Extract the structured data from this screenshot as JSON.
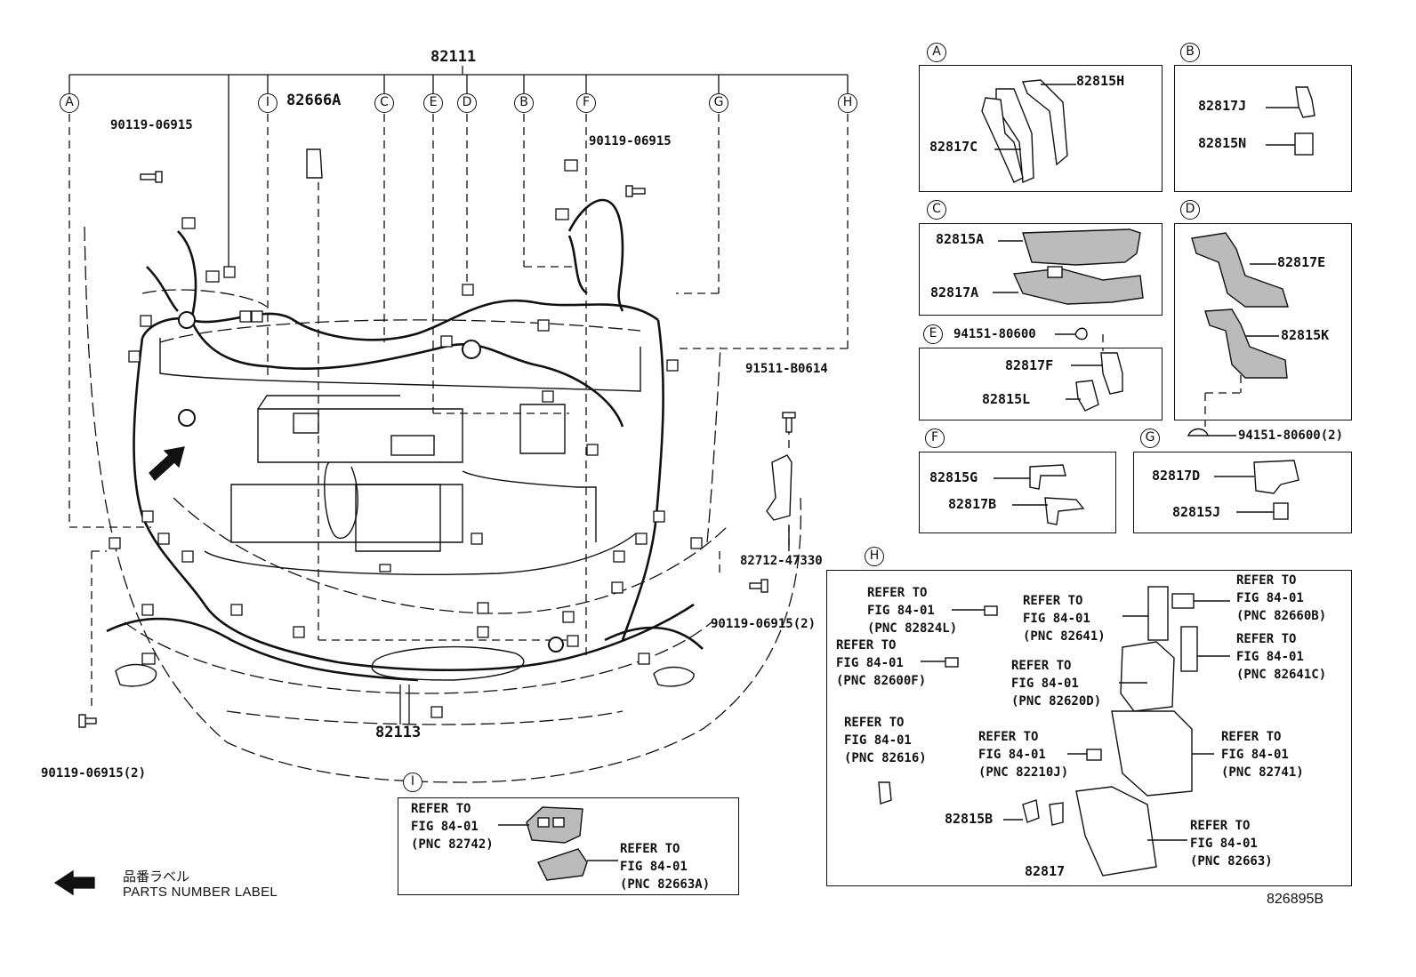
{
  "main": {
    "assembly_top": "82111",
    "assembly_bottom": "82113",
    "part_82666A": "82666A",
    "bolt_left_top": "90119-06915",
    "bolt_center_top": "90119-06915",
    "bolt_left_bottom": "90119-06915(2)",
    "bolt_right_bottom": "90119-06915(2)",
    "bolt_right": "91511-B0614",
    "bracket_right": "82712-47330",
    "callouts": [
      "A",
      "I",
      "C",
      "E",
      "D",
      "B",
      "F",
      "G",
      "H"
    ]
  },
  "panels": {
    "A": {
      "tag": "A",
      "parts": [
        "82815H",
        "82817C"
      ]
    },
    "B": {
      "tag": "B",
      "parts": [
        "82817J",
        "82815N"
      ]
    },
    "C": {
      "tag": "C",
      "parts": [
        "82815A",
        "82817A"
      ]
    },
    "D": {
      "tag": "D",
      "parts": [
        "82817E",
        "82815K"
      ],
      "clip": "94151-80600(2)"
    },
    "E": {
      "tag": "E",
      "clip": "94151-80600",
      "parts": [
        "82817F",
        "82815L"
      ]
    },
    "F": {
      "tag": "F",
      "parts": [
        "82815G",
        "82817B"
      ]
    },
    "G": {
      "tag": "G",
      "parts": [
        "82817D",
        "82815J"
      ]
    },
    "H": {
      "tag": "H",
      "refs": [
        {
          "l1": "REFER TO",
          "l2": "FIG 84-01",
          "l3": "(PNC 82824L)"
        },
        {
          "l1": "REFER TO",
          "l2": "FIG 84-01",
          "l3": "(PNC 82641)"
        },
        {
          "l1": "REFER TO",
          "l2": "FIG 84-01",
          "l3": "(PNC 82660B)"
        },
        {
          "l1": "REFER TO",
          "l2": "FIG 84-01",
          "l3": "(PNC 82600F)"
        },
        {
          "l1": "REFER TO",
          "l2": "FIG 84-01",
          "l3": "(PNC 82620D)"
        },
        {
          "l1": "REFER TO",
          "l2": "FIG 84-01",
          "l3": "(PNC 82641C)"
        },
        {
          "l1": "REFER TO",
          "l2": "FIG 84-01",
          "l3": "(PNC 82616)"
        },
        {
          "l1": "REFER TO",
          "l2": "FIG 84-01",
          "l3": "(PNC 82210J)"
        },
        {
          "l1": "REFER TO",
          "l2": "FIG 84-01",
          "l3": "(PNC 82741)"
        },
        {
          "l1": "REFER TO",
          "l2": "FIG 84-01",
          "l3": "(PNC 82663)"
        }
      ],
      "parts": [
        "82815B",
        "82817"
      ]
    },
    "I": {
      "tag": "I",
      "refs": [
        {
          "l1": "REFER TO",
          "l2": "FIG 84-01",
          "l3": "(PNC 82742)"
        },
        {
          "l1": "REFER TO",
          "l2": "FIG 84-01",
          "l3": "(PNC 82663A)"
        }
      ]
    }
  },
  "legend": {
    "jp": "品番ラベル",
    "en": "PARTS NUMBER LABEL"
  },
  "diagram_code": "826895B"
}
